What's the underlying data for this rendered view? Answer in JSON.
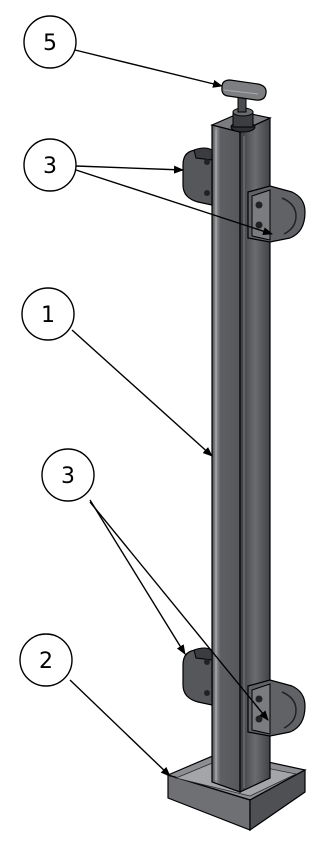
{
  "callouts": [
    {
      "id": "callout-5",
      "label": "5"
    },
    {
      "id": "callout-3-top",
      "label": "3"
    },
    {
      "id": "callout-1",
      "label": "1"
    },
    {
      "id": "callout-3-bottom",
      "label": "3"
    },
    {
      "id": "callout-2",
      "label": "2"
    }
  ],
  "colors": {
    "post_front": "#5d5f63",
    "post_side": "#3c3e42",
    "post_highlight": "#9a9ca0",
    "base": "#707276",
    "base_dark": "#4a4c50",
    "clamp": "#55575b",
    "line": "#000000"
  }
}
